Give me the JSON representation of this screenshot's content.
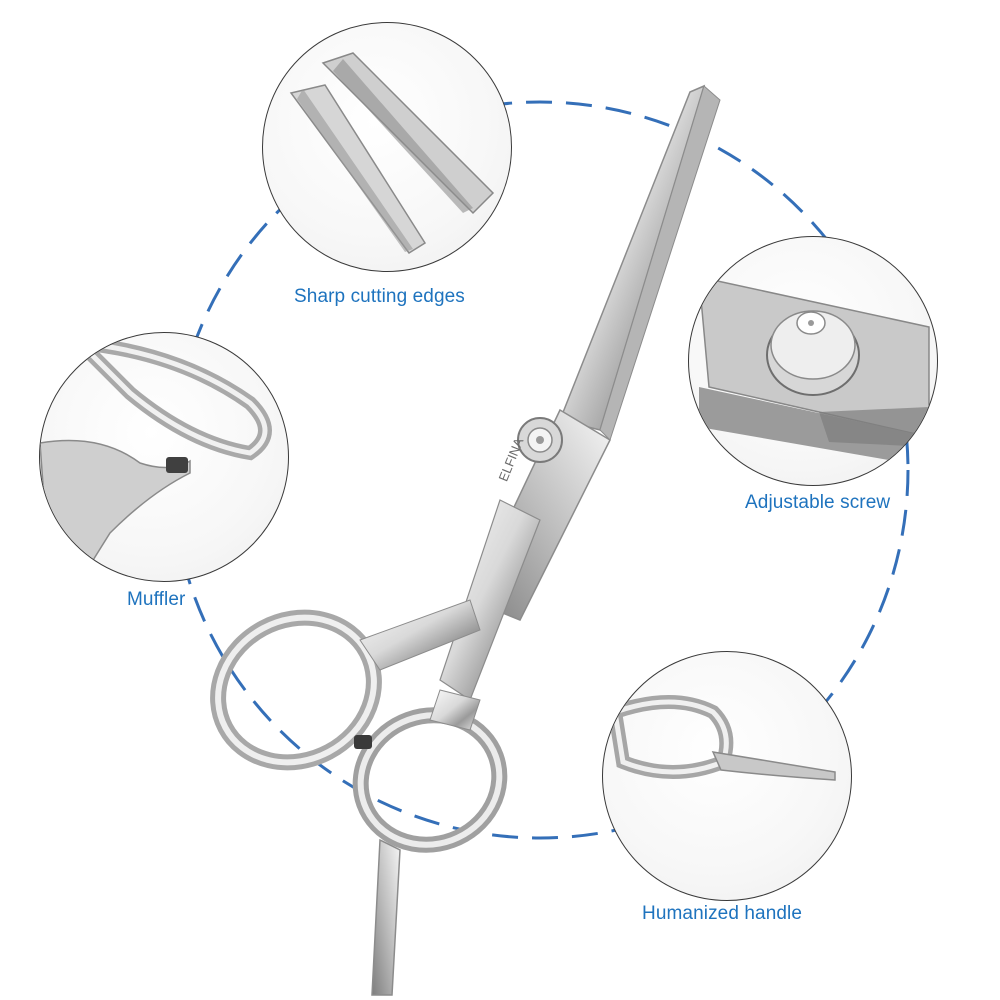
{
  "brand_engraving": "ELFINA",
  "callouts": [
    {
      "label": "Sharp cutting edges"
    },
    {
      "label": "Adjustable screw"
    },
    {
      "label": "Muffler"
    },
    {
      "label": "Humanized handle"
    }
  ],
  "colors": {
    "label_text": "#1e73be",
    "dashed_ring": "#1e5fb0",
    "circle_border": "#3a3a3a",
    "steel_light": "#f2f2f2",
    "steel_dark": "#8a8a8a",
    "background": "#ffffff"
  }
}
